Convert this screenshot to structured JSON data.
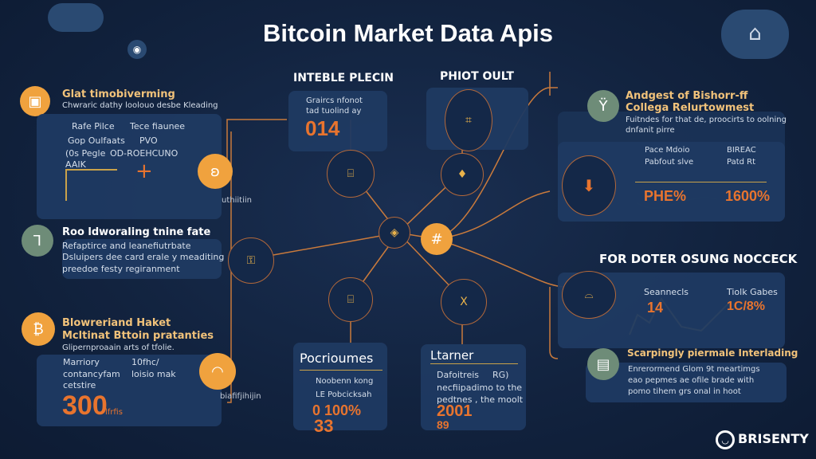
{
  "title": "Bitcoin Market Data Apis",
  "left": {
    "s1": {
      "heading": "Glat timobiverming",
      "sub": "Chwraric dathy loolouo desbe Kleading",
      "items": [
        "Rafe Pilce",
        "Tece fiaunee",
        "Gop Oulfaats",
        "PVO",
        "(0s Pegle",
        "OD-ROEHCUNO",
        "AAIK"
      ],
      "node_label": "uthiitiin"
    },
    "s2": {
      "heading": "Roo ldworaling tnine fate",
      "lines": [
        "Refaptirce and leanefiutrbate",
        "Dsluipers dee card erale y meaditing",
        "preedoe festy regiranment"
      ]
    },
    "s3": {
      "heading1": "Blowreriand Haket",
      "heading2": "Mcltinat Bttoin pratanties",
      "sub": "Glipernproaain arts of tfolie.",
      "items": [
        "Marriory",
        "10fhc/",
        "contancyfam",
        "loisio mak",
        "cetstire"
      ],
      "value": "300",
      "value_unit": "lfrfis",
      "node_label": "biafifjihijin"
    }
  },
  "center": {
    "box1": {
      "heading": "INTEBLE PLECIN",
      "lines": [
        "Graircs nfonot",
        "tad tuolind ay"
      ],
      "value": "014"
    },
    "box2": {
      "heading": "PHIOT OULT"
    },
    "box3": {
      "heading": "Pocrioumes",
      "items": [
        "Noobenn kong",
        "LE Pobcicksah"
      ],
      "value1": "0 100%",
      "value2": "33"
    },
    "box4": {
      "heading": "Ltarner",
      "lines": [
        "Dafoitreis",
        "RG)",
        "necfiipadimo to the",
        "pedtnes , the moolt"
      ],
      "value1": "2001",
      "value2": "89"
    }
  },
  "right": {
    "s1": {
      "heading1": "Andgest of Bishorr-ff",
      "heading2": "Collega Relurtowmest",
      "sub1": "Fuitndes for that de, proocirts to oolning",
      "sub2": "dnfanit pirre",
      "items": [
        "Pace Mdoio",
        "BIREAC",
        "Pabfout slve",
        "Patd Rt"
      ],
      "value1": "PHE%",
      "value2": "1600%"
    },
    "section_heading": "FOR DOTER OSUNG NOCCECK",
    "s2": {
      "items": [
        "Seannecls",
        "Tiolk Gabes"
      ],
      "value1": "14",
      "value2": "1C/8%"
    },
    "s3": {
      "heading": "Scarpingly piermale Interlading",
      "lines": [
        "Enrerormend Glom 9t meartimgs",
        "eao pepmes ae  ofile brade with",
        "pomo tihem grs onal in hoot"
      ]
    }
  },
  "logo": "BRISENTY",
  "colors": {
    "accent": "#f0a23e",
    "green": "#6e8c78",
    "panel": "#1f3a62",
    "bg": "#12233f"
  }
}
